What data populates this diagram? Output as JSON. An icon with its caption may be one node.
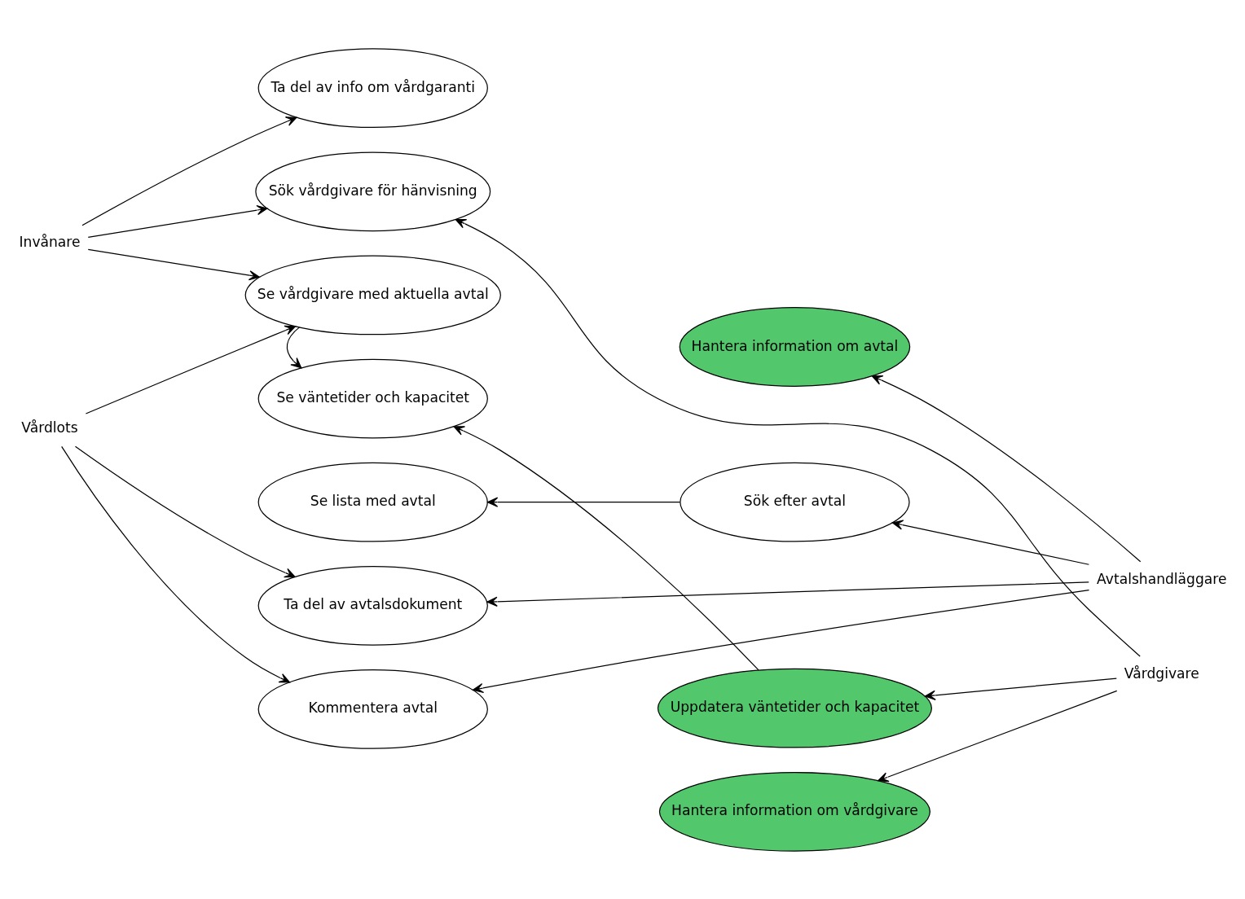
{
  "diagram": {
    "nodes": [
      {
        "text": [
          "Invånare"
        ]
      },
      {
        "text": [
          "Vårdlots"
        ]
      },
      {
        "text": [
          "Avtalshandläggare"
        ]
      },
      {
        "text": [
          "Vårdgivare"
        ]
      },
      {
        "text": [
          "Ta del av info om vårdgaranti"
        ]
      },
      {
        "text": [
          "Sök vårdgivare för hänvisning"
        ]
      },
      {
        "text": [
          "Se vårdgivare med aktuella avtal"
        ]
      },
      {
        "text": [
          "Se väntetider och kapacitet"
        ]
      },
      {
        "text": [
          "Se lista med avtal"
        ]
      },
      {
        "text": [
          "Ta del av avtalsdokument"
        ]
      },
      {
        "text": [
          "Kommentera avtal"
        ]
      },
      {
        "text": [
          "Hantera information om avtal"
        ]
      },
      {
        "text": [
          "Sök efter avtal"
        ]
      },
      {
        "text": [
          "Uppdatera väntetider och kapacitet"
        ]
      },
      {
        "text": [
          "Hantera information om vårdgivare"
        ]
      }
    ],
    "edges": [
      {
        "from": 0,
        "to": 4,
        "arrow": "to"
      },
      {
        "from": 0,
        "to": 5,
        "arrow": "to"
      },
      {
        "from": 0,
        "to": 6,
        "arrow": "to"
      },
      {
        "from": 1,
        "to": 6,
        "arrow": "to"
      },
      {
        "from": 1,
        "to": 9,
        "arrow": "to"
      },
      {
        "from": 1,
        "to": 10,
        "arrow": "to"
      },
      {
        "from": 6,
        "to": 7,
        "arrow": "to"
      },
      {
        "from": 2,
        "to": 11,
        "arrow": "to"
      },
      {
        "from": 2,
        "to": 12,
        "arrow": "to"
      },
      {
        "from": 2,
        "to": 9,
        "arrow": "to"
      },
      {
        "from": 2,
        "to": 10,
        "arrow": "to"
      },
      {
        "from": 12,
        "to": 8,
        "arrow": "to"
      },
      {
        "from": 3,
        "to": 5,
        "arrow": "to"
      },
      {
        "from": 3,
        "to": 13,
        "arrow": "to"
      },
      {
        "from": 3,
        "to": 14,
        "arrow": "to"
      },
      {
        "from": 13,
        "to": 7,
        "arrow": "to"
      }
    ]
  }
}
